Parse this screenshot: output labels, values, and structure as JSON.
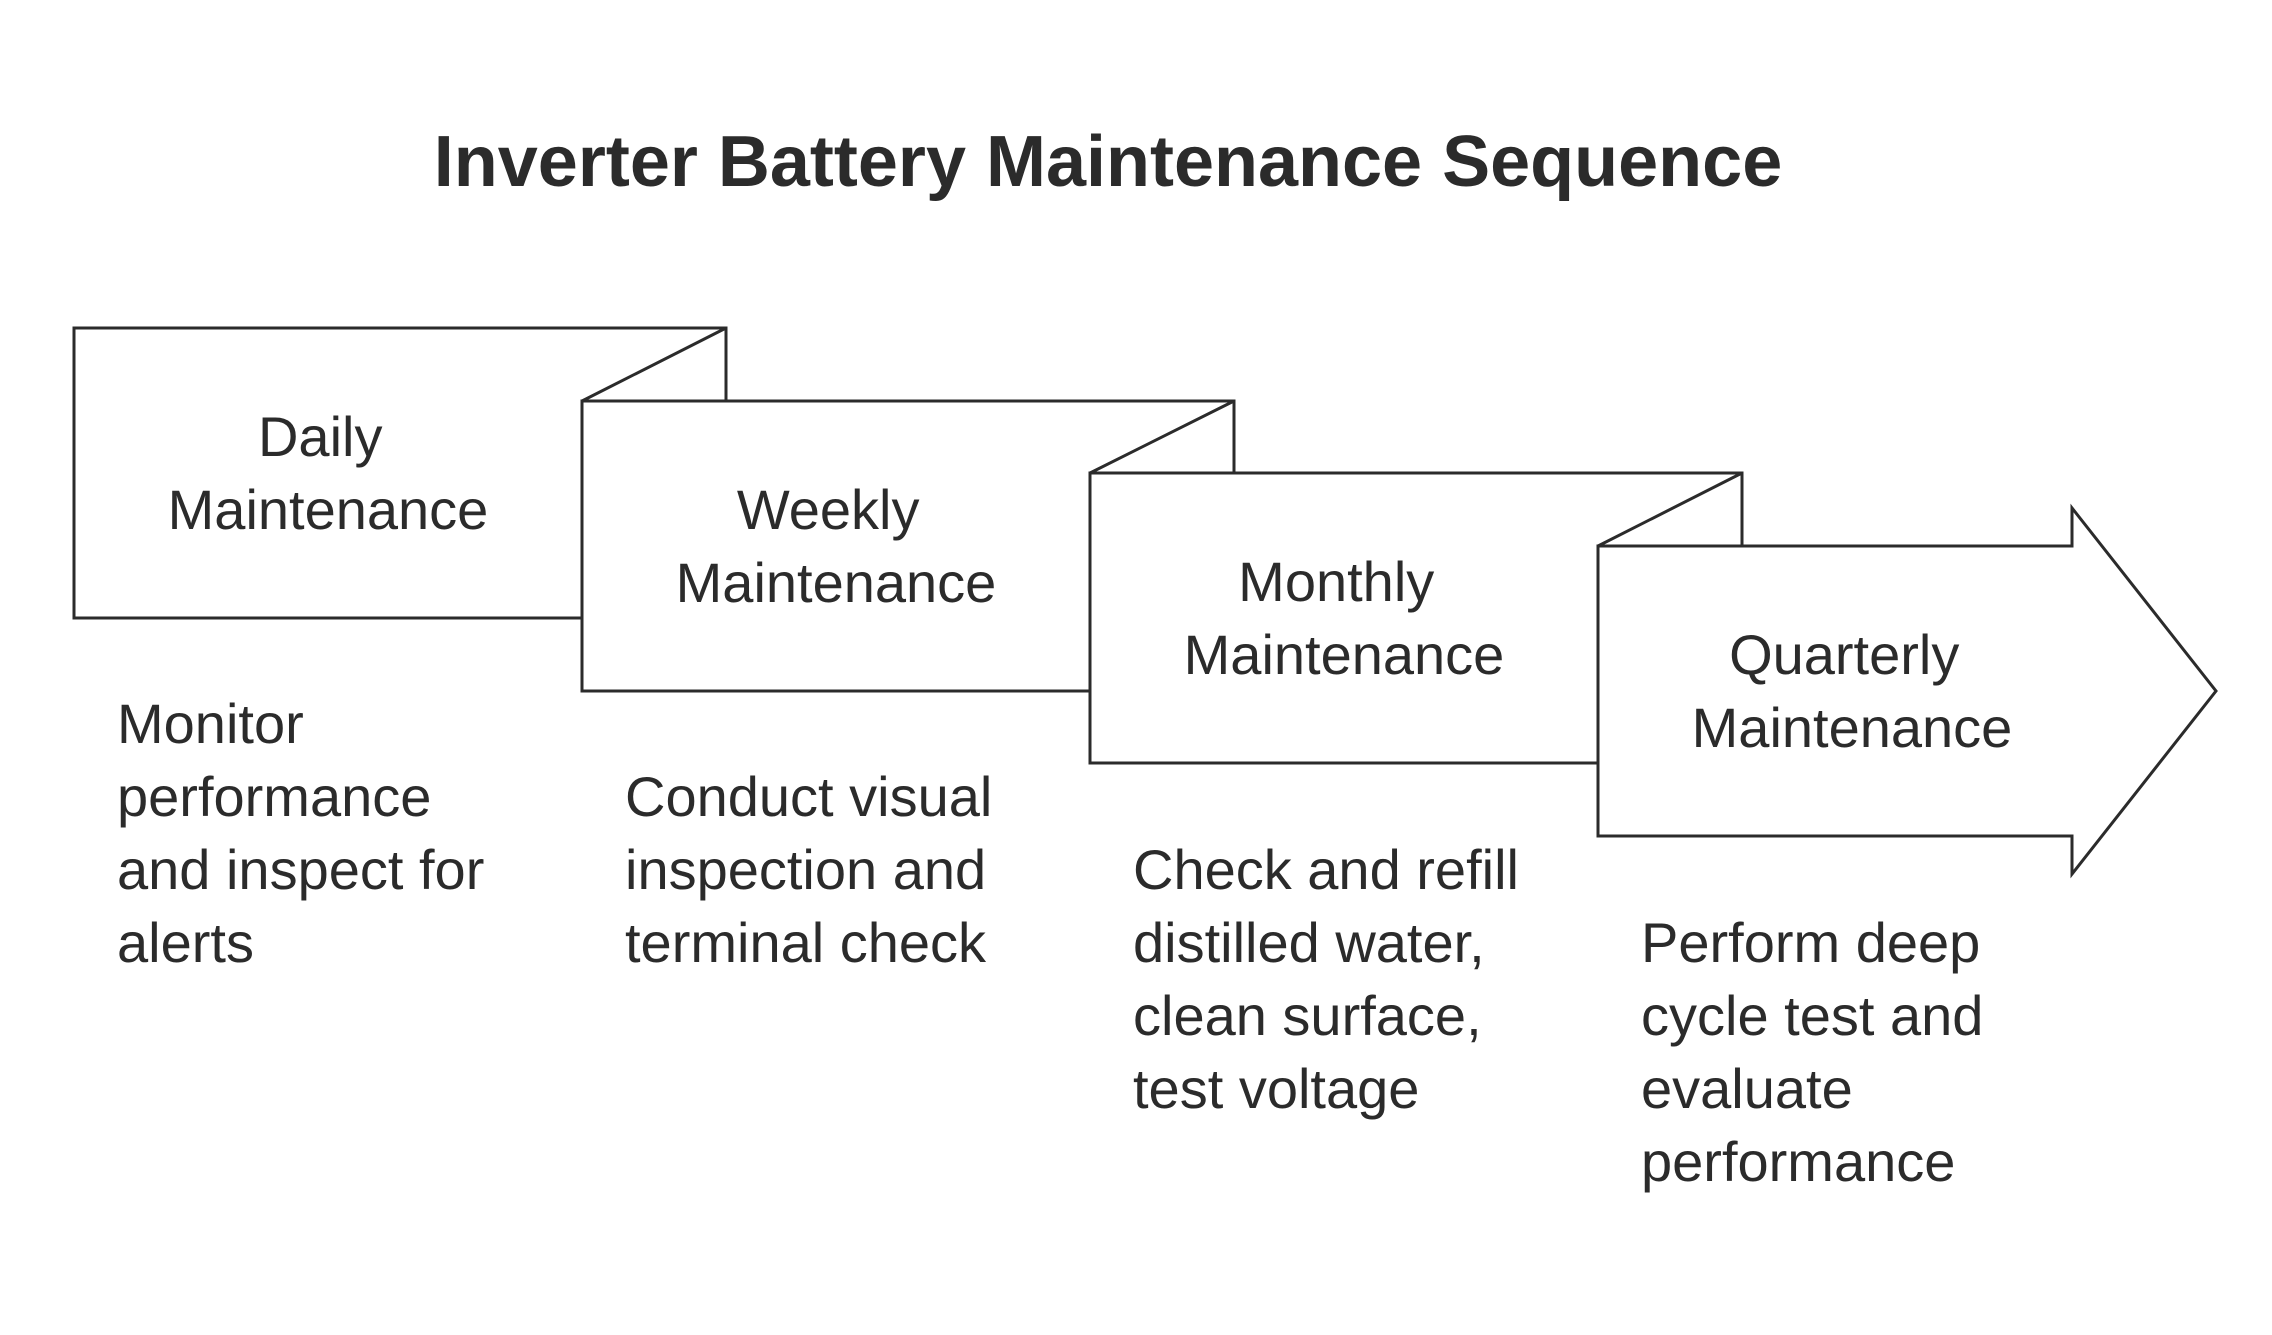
{
  "title": "Inverter Battery Maintenance Sequence",
  "steps": [
    {
      "label_lines": [
        "Daily",
        "Maintenance"
      ],
      "description_lines": [
        "Monitor",
        "performance",
        "and inspect for",
        "alerts"
      ]
    },
    {
      "label_lines": [
        "Weekly",
        "Maintenance"
      ],
      "description_lines": [
        "Conduct visual",
        "inspection and",
        "terminal check"
      ]
    },
    {
      "label_lines": [
        "Monthly",
        "Maintenance"
      ],
      "description_lines": [
        "Check and refill",
        "distilled water,",
        "clean surface,",
        "test voltage"
      ]
    },
    {
      "label_lines": [
        "Quarterly",
        "Maintenance"
      ],
      "description_lines": [
        "Perform deep",
        "cycle test and",
        "evaluate",
        "performance"
      ]
    }
  ],
  "colors": {
    "stroke": "#2b2b2b",
    "text": "#2b2b2b",
    "background": "#ffffff"
  }
}
